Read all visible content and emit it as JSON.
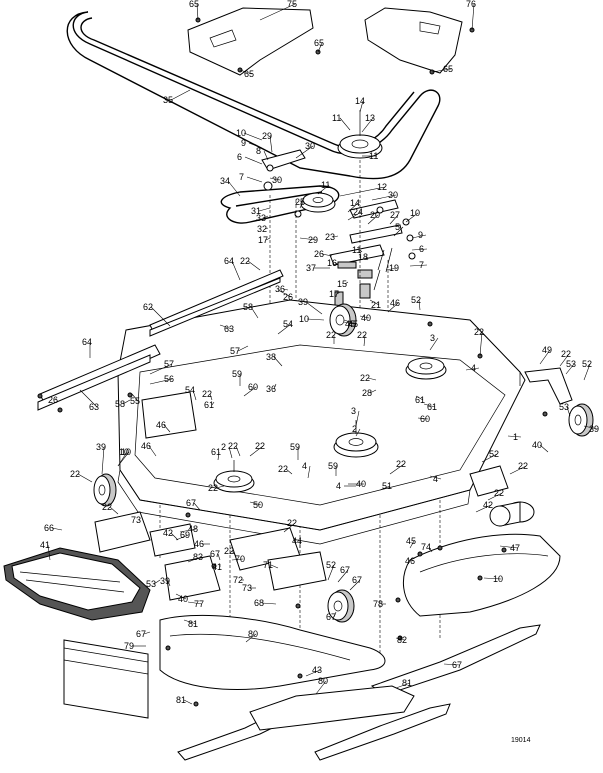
{
  "diagram": {
    "drawing_id": "19014",
    "callouts": [
      {
        "num": "65"
      },
      {
        "num": "75"
      },
      {
        "num": "65"
      },
      {
        "num": "76"
      },
      {
        "num": "65"
      },
      {
        "num": "65"
      },
      {
        "num": "35"
      },
      {
        "num": "14"
      },
      {
        "num": "11"
      },
      {
        "num": "13"
      },
      {
        "num": "10"
      },
      {
        "num": "9"
      },
      {
        "num": "29"
      },
      {
        "num": "8"
      },
      {
        "num": "30"
      },
      {
        "num": "6"
      },
      {
        "num": "11"
      },
      {
        "num": "7"
      },
      {
        "num": "30"
      },
      {
        "num": "11"
      },
      {
        "num": "34"
      },
      {
        "num": "12"
      },
      {
        "num": "30"
      },
      {
        "num": "31"
      },
      {
        "num": "25"
      },
      {
        "num": "14"
      },
      {
        "num": "33"
      },
      {
        "num": "24"
      },
      {
        "num": "20"
      },
      {
        "num": "27"
      },
      {
        "num": "10"
      },
      {
        "num": "32"
      },
      {
        "num": "5"
      },
      {
        "num": "9"
      },
      {
        "num": "17"
      },
      {
        "num": "29"
      },
      {
        "num": "23"
      },
      {
        "num": "11"
      },
      {
        "num": "6"
      },
      {
        "num": "26"
      },
      {
        "num": "18"
      },
      {
        "num": "7"
      },
      {
        "num": "37"
      },
      {
        "num": "16"
      },
      {
        "num": "19"
      },
      {
        "num": "15"
      },
      {
        "num": "17"
      },
      {
        "num": "36"
      },
      {
        "num": "21"
      },
      {
        "num": "22"
      },
      {
        "num": "64"
      },
      {
        "num": "62"
      },
      {
        "num": "63"
      },
      {
        "num": "26"
      },
      {
        "num": "39"
      },
      {
        "num": "10"
      },
      {
        "num": "45"
      },
      {
        "num": "40"
      },
      {
        "num": "46"
      },
      {
        "num": "52"
      },
      {
        "num": "58"
      },
      {
        "num": "54"
      },
      {
        "num": "22"
      },
      {
        "num": "22"
      },
      {
        "num": "57"
      },
      {
        "num": "64"
      },
      {
        "num": "38"
      },
      {
        "num": "3"
      },
      {
        "num": "4"
      },
      {
        "num": "49"
      },
      {
        "num": "22"
      },
      {
        "num": "53"
      },
      {
        "num": "52"
      },
      {
        "num": "57"
      },
      {
        "num": "56"
      },
      {
        "num": "36"
      },
      {
        "num": "22"
      },
      {
        "num": "28"
      },
      {
        "num": "59"
      },
      {
        "num": "60"
      },
      {
        "num": "22"
      },
      {
        "num": "59"
      },
      {
        "num": "46"
      },
      {
        "num": "58"
      },
      {
        "num": "55"
      },
      {
        "num": "54"
      },
      {
        "num": "61"
      },
      {
        "num": "61"
      },
      {
        "num": "10"
      },
      {
        "num": "63"
      },
      {
        "num": "26"
      },
      {
        "num": "22"
      },
      {
        "num": "61"
      },
      {
        "num": "60"
      },
      {
        "num": "53"
      },
      {
        "num": "39"
      },
      {
        "num": "45"
      },
      {
        "num": "3"
      },
      {
        "num": "1"
      },
      {
        "num": "40"
      },
      {
        "num": "39"
      },
      {
        "num": "10"
      },
      {
        "num": "46"
      },
      {
        "num": "61"
      },
      {
        "num": "2"
      },
      {
        "num": "22"
      },
      {
        "num": "22"
      },
      {
        "num": "22"
      },
      {
        "num": "4"
      },
      {
        "num": "59"
      },
      {
        "num": "22"
      },
      {
        "num": "2"
      },
      {
        "num": "22"
      },
      {
        "num": "40"
      },
      {
        "num": "4"
      },
      {
        "num": "22"
      },
      {
        "num": "4"
      },
      {
        "num": "51"
      },
      {
        "num": "50"
      },
      {
        "num": "52"
      },
      {
        "num": "22"
      },
      {
        "num": "22"
      },
      {
        "num": "67"
      },
      {
        "num": "22"
      },
      {
        "num": "73"
      },
      {
        "num": "66"
      },
      {
        "num": "22"
      },
      {
        "num": "48"
      },
      {
        "num": "44"
      },
      {
        "num": "69"
      },
      {
        "num": "42"
      },
      {
        "num": "46"
      },
      {
        "num": "41"
      },
      {
        "num": "45"
      },
      {
        "num": "74"
      },
      {
        "num": "46"
      },
      {
        "num": "42"
      },
      {
        "num": "22"
      },
      {
        "num": "83"
      },
      {
        "num": "67"
      },
      {
        "num": "71"
      },
      {
        "num": "70"
      },
      {
        "num": "41"
      },
      {
        "num": "47"
      },
      {
        "num": "10"
      },
      {
        "num": "53"
      },
      {
        "num": "39"
      },
      {
        "num": "72"
      },
      {
        "num": "73"
      },
      {
        "num": "52"
      },
      {
        "num": "67"
      },
      {
        "num": "67"
      },
      {
        "num": "40"
      },
      {
        "num": "77"
      },
      {
        "num": "68"
      },
      {
        "num": "78"
      },
      {
        "num": "82"
      },
      {
        "num": "67"
      },
      {
        "num": "81"
      },
      {
        "num": "67"
      },
      {
        "num": "79"
      },
      {
        "num": "80"
      },
      {
        "num": "43"
      },
      {
        "num": "67"
      },
      {
        "num": "81"
      },
      {
        "num": "80"
      },
      {
        "num": "81"
      }
    ]
  }
}
